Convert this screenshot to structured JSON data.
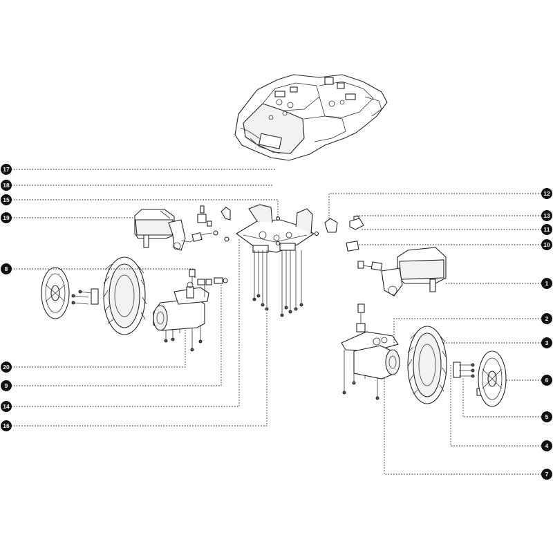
{
  "callouts": [
    {
      "id": "1",
      "label": "1"
    },
    {
      "id": "2",
      "label": "2"
    },
    {
      "id": "3",
      "label": "3"
    },
    {
      "id": "4",
      "label": "4"
    },
    {
      "id": "5",
      "label": "5"
    },
    {
      "id": "6",
      "label": "6"
    },
    {
      "id": "7",
      "label": "7"
    },
    {
      "id": "8",
      "label": "8"
    },
    {
      "id": "9",
      "label": "9"
    },
    {
      "id": "10",
      "label": "10"
    },
    {
      "id": "11",
      "label": "11"
    },
    {
      "id": "12",
      "label": "12"
    },
    {
      "id": "13",
      "label": "13"
    },
    {
      "id": "14",
      "label": "14"
    },
    {
      "id": "15",
      "label": "15"
    },
    {
      "id": "16",
      "label": "16"
    },
    {
      "id": "17",
      "label": "17"
    },
    {
      "id": "18",
      "label": "18"
    },
    {
      "id": "19",
      "label": "19"
    },
    {
      "id": "20",
      "label": "20"
    }
  ],
  "colors": {
    "ink": "#111111",
    "paper": "#ffffff",
    "shade": "#f2f2f2"
  }
}
